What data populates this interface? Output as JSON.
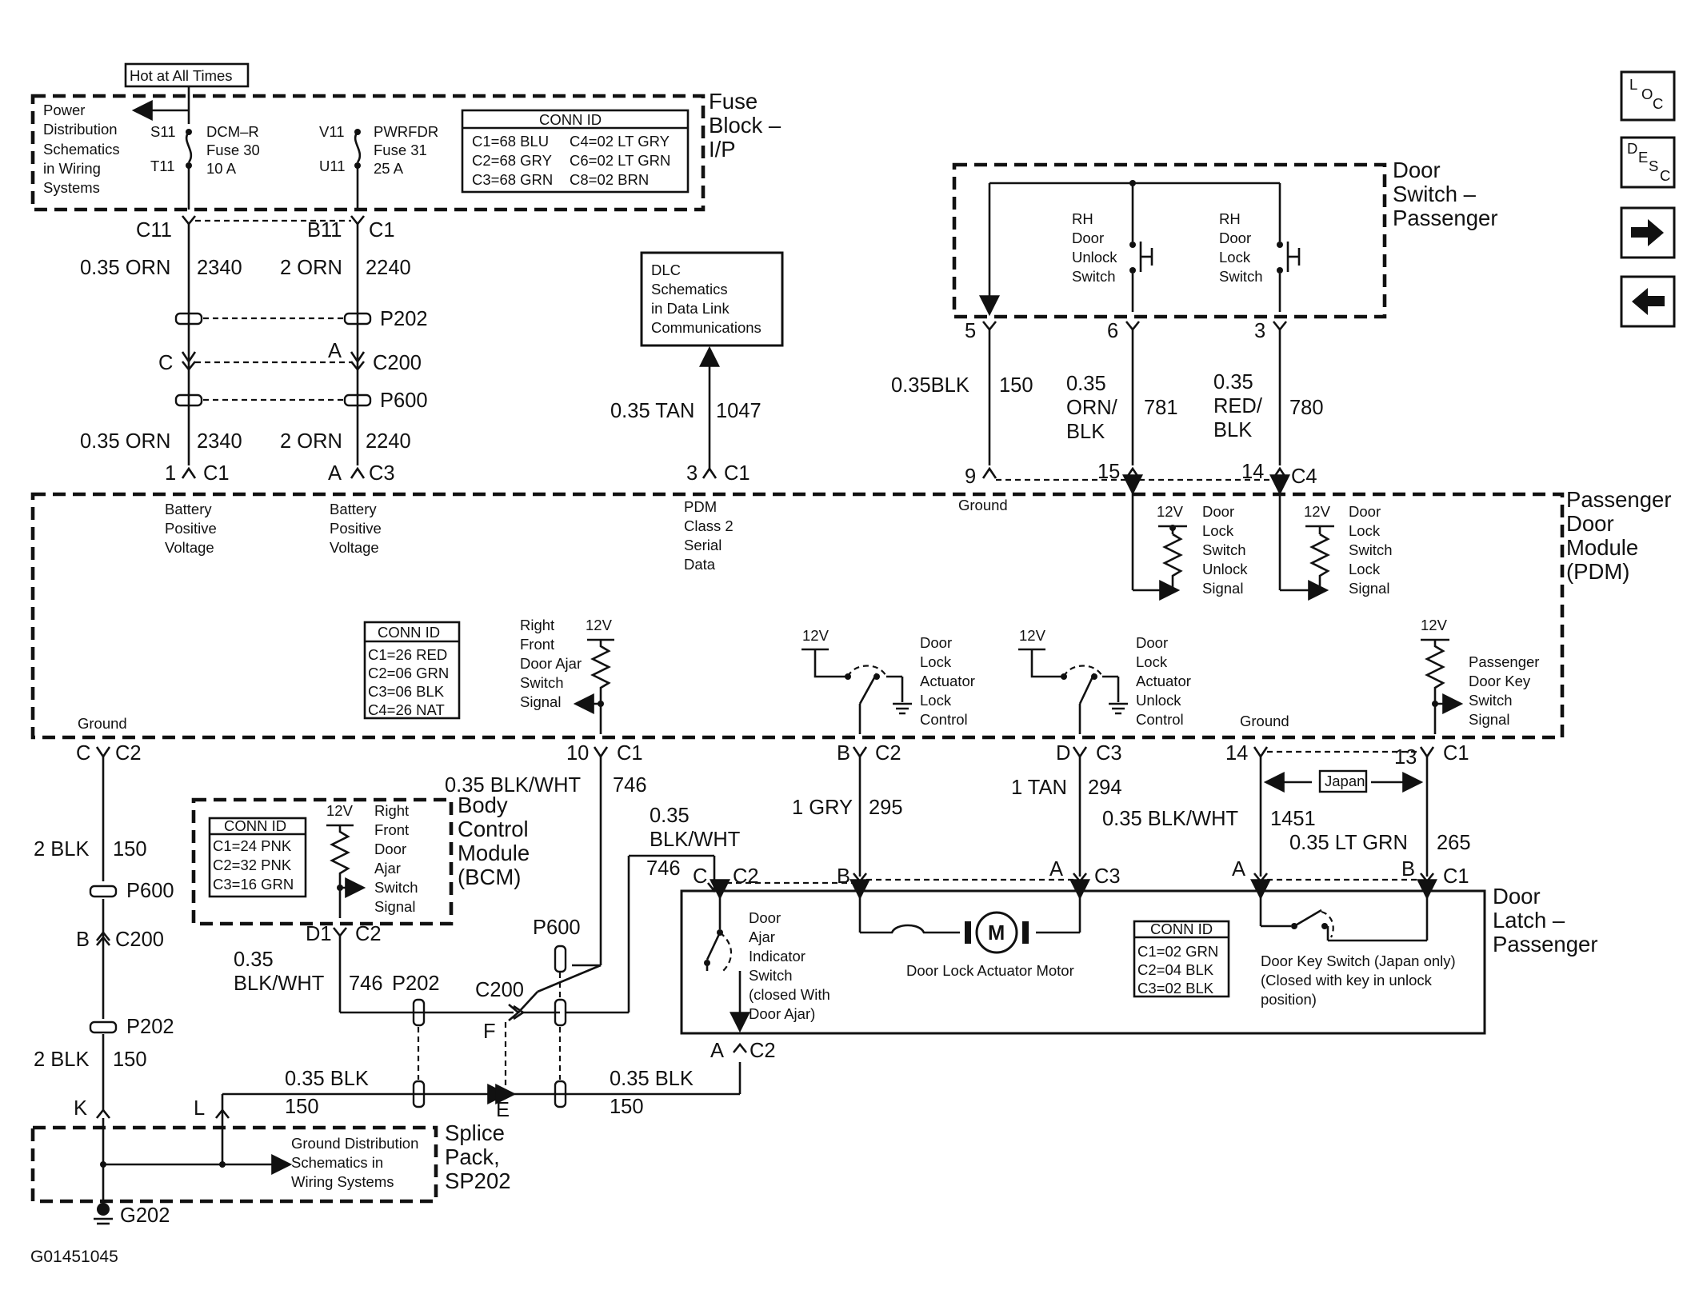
{
  "nav": {
    "loc_label_l": "L",
    "loc_label_o": "O",
    "loc_label_c": "C",
    "desc_label_d": "D",
    "desc_label_e": "E",
    "desc_label_s": "S",
    "desc_label_c": "C"
  },
  "fuse_block": {
    "hot_label": "Hot at All Times",
    "title": [
      "Fuse",
      "Block –",
      "I/P"
    ],
    "power_ref": [
      "Power",
      "Distribution",
      "Schematics",
      "in Wiring",
      "Systems"
    ],
    "fuse1": {
      "top": "S11",
      "bottom": "T11",
      "name": "DCM–R",
      "fuse": "Fuse 30",
      "amps": "10 A"
    },
    "fuse2": {
      "top": "V11",
      "bottom": "U11",
      "name": "PWRFDR",
      "fuse": "Fuse 31",
      "amps": "25 A"
    },
    "conn_id_title": "CONN ID",
    "conn_id_rows": [
      [
        "C1=68 BLU",
        "C4=02 LT GRY"
      ],
      [
        "C2=68 GRY",
        "C6=02 LT GRN"
      ],
      [
        "C3=68 GRN",
        "C8=02 BRN"
      ]
    ]
  },
  "left_wires": {
    "c11": "C11",
    "b11": "B11",
    "c1": "C1",
    "w1_gauge": "0.35 ORN",
    "w1_circuit": "2340",
    "w2_gauge": "2 ORN",
    "w2_circuit": "2240",
    "p202": "P202",
    "c_pin": "C",
    "a_pin": "A",
    "c200": "C200",
    "p600": "P600",
    "w3_gauge": "0.35 ORN",
    "w3_circuit": "2340",
    "w4_gauge": "2 ORN",
    "w4_circuit": "2240",
    "pdm_pin1": "1",
    "pdm_conn1": "C1",
    "pdm_pinA": "A",
    "pdm_conn3": "C3"
  },
  "dlc": {
    "box": [
      "DLC",
      "Schematics",
      "in Data Link",
      "Communications"
    ],
    "gauge": "0.35 TAN",
    "circuit": "1047",
    "pin": "3",
    "conn": "C1"
  },
  "door_switch": {
    "title": [
      "Door",
      "Switch –",
      "Passenger"
    ],
    "unlock": [
      "RH",
      "Door",
      "Unlock",
      "Switch"
    ],
    "lock": [
      "RH",
      "Door",
      "Lock",
      "Switch"
    ],
    "pin5": "5",
    "pin6": "6",
    "pin3": "3",
    "w5_gauge": "0.35BLK",
    "w5_circuit": "150",
    "w6_gauge": [
      "0.35",
      "ORN/",
      "BLK"
    ],
    "w6_circuit": "781",
    "w3_gauge": [
      "0.35",
      "RED/",
      "BLK"
    ],
    "w3_circuit": "780",
    "pdm_pin9": "9",
    "pdm_pin15": "15",
    "pdm_pin14": "14",
    "pdm_conn4": "C4"
  },
  "pdm": {
    "title": [
      "Passenger",
      "Door",
      "Module",
      "(PDM)"
    ],
    "battery1": [
      "Battery",
      "Positive",
      "Voltage"
    ],
    "battery2": [
      "Battery",
      "Positive",
      "Voltage"
    ],
    "serial": [
      "PDM",
      "Class 2",
      "Serial",
      "Data"
    ],
    "ground_top": "Ground",
    "v12": "12V",
    "unlock_signal": [
      "Door",
      "Lock",
      "Switch",
      "Unlock",
      "Signal"
    ],
    "lock_signal": [
      "Door",
      "Lock",
      "Switch",
      "Lock",
      "Signal"
    ],
    "conn_id_title": "CONN ID",
    "conn_id_rows": [
      "C1=26 RED",
      "C2=06 GRN",
      "C3=06 BLK",
      "C4=26 NAT"
    ],
    "ajar_signal": [
      "Right",
      "Front",
      "Door Ajar",
      "Switch",
      "Signal"
    ],
    "lock_control": [
      "Door",
      "Lock",
      "Actuator",
      "Lock",
      "Control"
    ],
    "unlock_control": [
      "Door",
      "Lock",
      "Actuator",
      "Unlock",
      "Control"
    ],
    "key_signal": [
      "Passenger",
      "Door Key",
      "Switch",
      "Signal"
    ],
    "ground_left": "Ground",
    "ground_right": "Ground"
  },
  "lower": {
    "c_pin": "C",
    "c2": "C2",
    "w_gnd_gauge": "2 BLK",
    "w_gnd_circuit": "150",
    "p600": "P600",
    "b_pin": "B",
    "c200": "C200",
    "p202": "P202",
    "w_gnd2_gauge": "2 BLK",
    "w_gnd2_circuit": "150",
    "k_pin": "K",
    "l_pin": "L",
    "pin10": "10",
    "c1": "C1",
    "w746_gauge": "0.35 BLK/WHT",
    "w746_circuit": "746",
    "bcm_title": [
      "Body",
      "Control",
      "Module",
      "(BCM)"
    ],
    "bcm_conn_title": "CONN ID",
    "bcm_conn_rows": [
      "C1=24 PNK",
      "C2=32 PNK",
      "C3=16 GRN"
    ],
    "bcm_signal": [
      "Right",
      "Front",
      "Door",
      "Ajar",
      "Switch",
      "Signal"
    ],
    "d1": "D1",
    "bcm_c2": "C2",
    "w_bcm_gauge": [
      "0.35",
      "BLK/WHT"
    ],
    "w_bcm_circuit": "746",
    "p202b": "P202",
    "c200b": "C200",
    "p600b": "P600",
    "f_pin": "F",
    "e_pin": "E",
    "w746b_gauge": [
      "0.35",
      "BLK/WHT"
    ],
    "w746b_circuit": "746",
    "blk1_gauge": "0.35 BLK",
    "blk1_circuit": "150",
    "blk2_gauge": "0.35 BLK",
    "blk2_circuit": "150",
    "splice": [
      "Splice",
      "Pack,",
      "SP202"
    ],
    "ground_ref": [
      "Ground Distribution",
      "Schematics in",
      "Wiring Systems"
    ],
    "g202": "G202",
    "figure_id": "G01451045"
  },
  "latch": {
    "title": [
      "Door",
      "Latch –",
      "Passenger"
    ],
    "pin_b": "B",
    "c2": "C2",
    "w295_gauge": "1 GRY",
    "w295_circuit": "295",
    "pin_d": "D",
    "c3": "C3",
    "w294_gauge": "1 TAN",
    "w294_circuit": "294",
    "pin14": "14",
    "pin13": "13",
    "c1": "C1",
    "japan": "Japan",
    "w1451_gauge": "0.35 BLK/WHT",
    "w1451_circuit": "1451",
    "w265_gauge": "0.35 LT GRN",
    "w265_circuit": "265",
    "c_pin": "C",
    "c2b": "C2",
    "b_pin": "B",
    "a_pin": "A",
    "c3b": "C3",
    "a_pin2": "A",
    "b_pin2": "B",
    "c1b": "C1",
    "ajar_switch": [
      "Door",
      "Ajar",
      "Indicator",
      "Switch",
      "(closed With",
      "Door Ajar)"
    ],
    "motor_symbol": "M",
    "motor": "Door Lock Actuator Motor",
    "key_switch": [
      "Door Key Switch (Japan only)",
      "(Closed with key in unlock",
      "position)"
    ],
    "conn_id_title": "CONN ID",
    "conn_id_rows": [
      "C1=02 GRN",
      "C2=04 BLK",
      "C3=02 BLK"
    ],
    "a_bottom": "A",
    "c2_bottom": "C2"
  }
}
